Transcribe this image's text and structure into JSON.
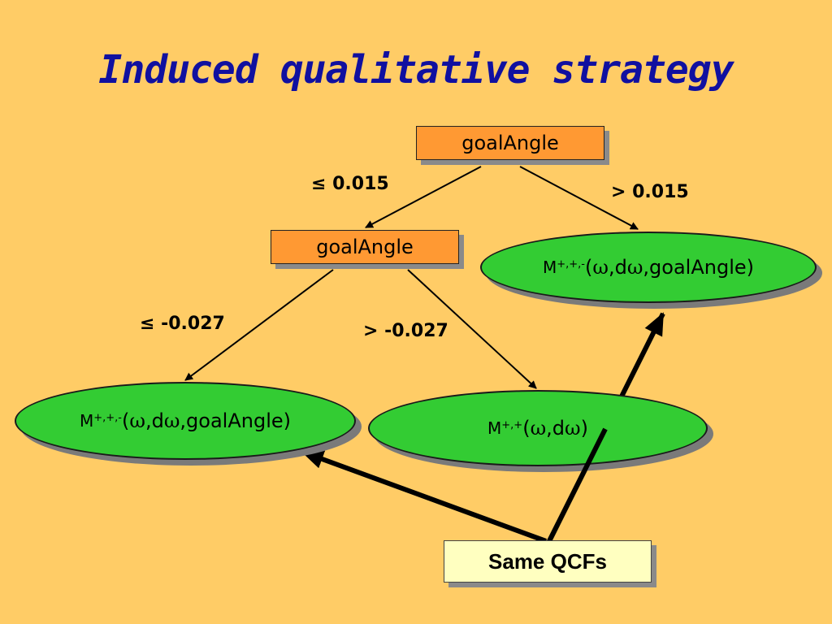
{
  "title": "Induced qualitative strategy",
  "nodes": {
    "root": "goalAngle",
    "inner": "goalAngle"
  },
  "conditions": {
    "root_left": "≤ 0.015",
    "root_right": "> 0.015",
    "inner_left": "≤ -0.027",
    "inner_right": "> -0.027"
  },
  "leaves": {
    "right": {
      "m": "M",
      "sup": "+,+,-",
      "omega": "ω",
      "d": "d",
      "var": "goalAngle"
    },
    "left": {
      "m": "M",
      "sup": "+,+,-",
      "omega": "ω",
      "d": "d",
      "var": "goalAngle"
    },
    "middle": {
      "m": "M",
      "sup": "+,+",
      "omega": "ω",
      "d": "d"
    }
  },
  "note": "Same QCFs",
  "colors": {
    "background": "#FFCC66",
    "title": "#1010A0",
    "node_box": "#FF9933",
    "leaf": "#33CC33",
    "note_box": "#FFFFC0"
  }
}
